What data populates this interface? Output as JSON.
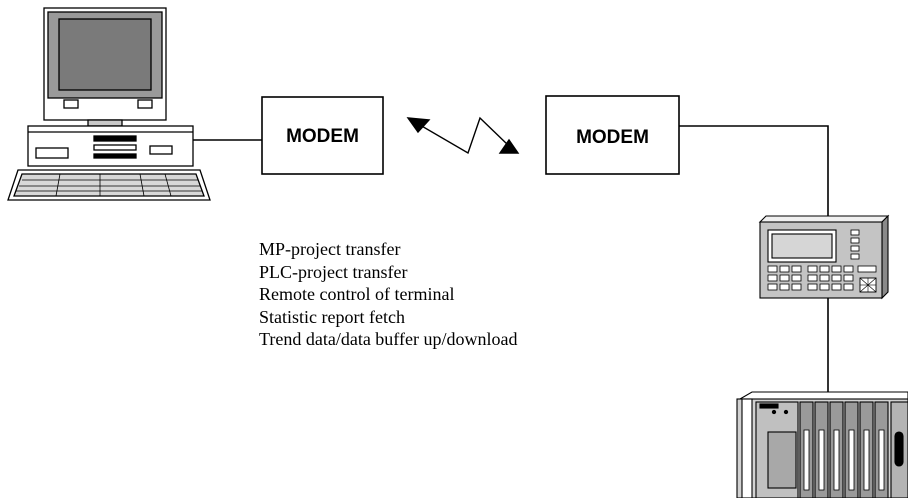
{
  "modems": {
    "left_label": "MODEM",
    "right_label": "MODEM"
  },
  "features": [
    "MP-project transfer",
    "PLC-project transfer",
    "Remote control of terminal",
    "Statistic report fetch",
    "Trend data/data buffer up/download"
  ],
  "icons": {
    "computer": "desktop-computer-icon",
    "link": "wireless-link-icon",
    "terminal": "operator-terminal-icon",
    "plc": "plc-rack-icon"
  }
}
